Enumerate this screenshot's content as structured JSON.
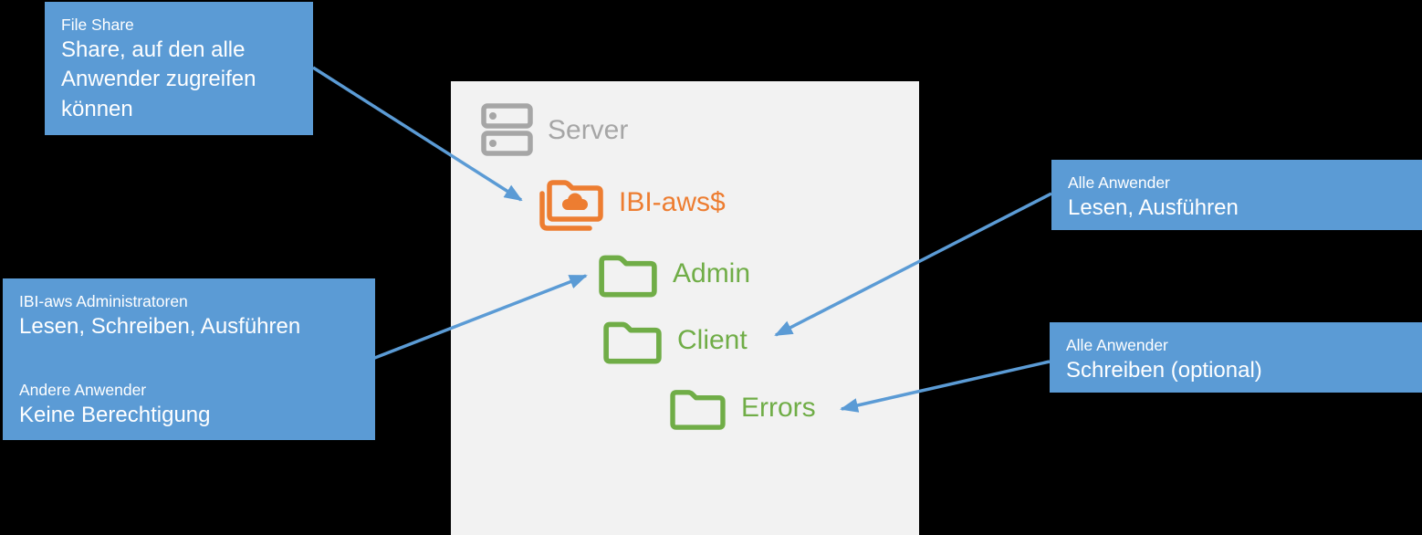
{
  "colors": {
    "background": "#000000",
    "panel": "#F2F2F2",
    "callout_bg": "#5B9BD5",
    "callout_text": "#FFFFFF",
    "arrow_blue": "#5B9BD5",
    "server_gray": "#A6A6A6",
    "share_orange": "#ED7D31",
    "folder_green": "#70AD47"
  },
  "tree": {
    "server_label": "Server",
    "share_label": "IBI-aws$",
    "admin_label": "Admin",
    "client_label": "Client",
    "errors_label": "Errors"
  },
  "callouts": {
    "file_share": {
      "title": "File Share",
      "body": "Share, auf den alle Anwender zugreifen können"
    },
    "admins": {
      "title": "IBI-aws Administratoren",
      "body": "Lesen, Schreiben, Ausführen",
      "title2": "Andere Anwender",
      "body2": "Keine Berechtigung"
    },
    "all_read": {
      "title": "Alle Anwender",
      "body": "Lesen, Ausführen"
    },
    "all_write": {
      "title": "Alle Anwender",
      "body": "Schreiben (optional)"
    }
  }
}
